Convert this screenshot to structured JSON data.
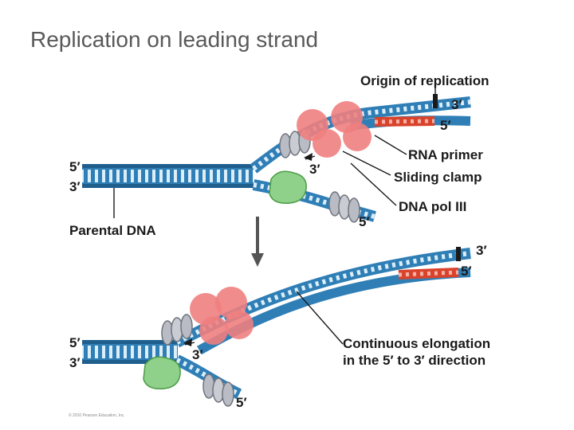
{
  "title": "Replication on leading strand",
  "labels": {
    "origin": "Origin of replication",
    "rna_primer": "RNA primer",
    "sliding_clamp": "Sliding clamp",
    "dna_pol": "DNA pol III",
    "parental": "Parental DNA",
    "continuous_1": "Continuous elongation",
    "continuous_2": "in the 5′ to 3′ direction"
  },
  "ends": {
    "five": "5′",
    "three": "3′"
  },
  "copyright": "© 2010 Pearson Education, Inc.",
  "colors": {
    "dna_blue": "#2f7fb6",
    "dna_light": "#8ec3e6",
    "primer_red": "#d9432c",
    "polymerase_red": "#f08080",
    "clamp_gray": "#b9bcc4",
    "green_protein": "#8fd18a"
  }
}
